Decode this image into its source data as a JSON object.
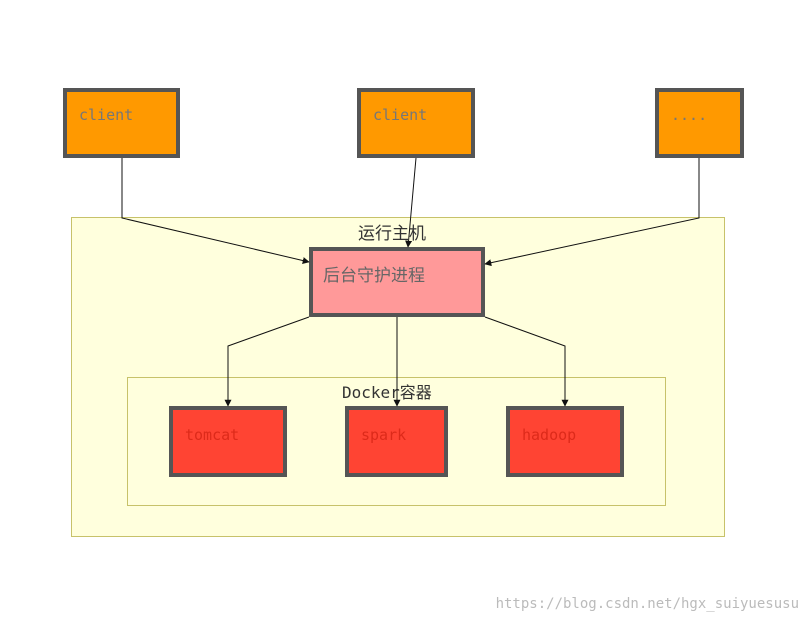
{
  "clients": [
    {
      "label": "client"
    },
    {
      "label": "client"
    },
    {
      "label": "...."
    }
  ],
  "host": {
    "label": "运行主机"
  },
  "daemon": {
    "label": "后台守护进程"
  },
  "docker": {
    "label": "Docker容器"
  },
  "containers": [
    {
      "label": "tomcat"
    },
    {
      "label": "spark"
    },
    {
      "label": "hadoop"
    }
  ],
  "watermark": "https://blog.csdn.net/hgx_suiyuesusu",
  "colors": {
    "client_fill": "#ff9900",
    "daemon_fill": "#ff9999",
    "container_fill": "#ff4433",
    "area_fill": "#ffffdd",
    "border": "#555555"
  }
}
